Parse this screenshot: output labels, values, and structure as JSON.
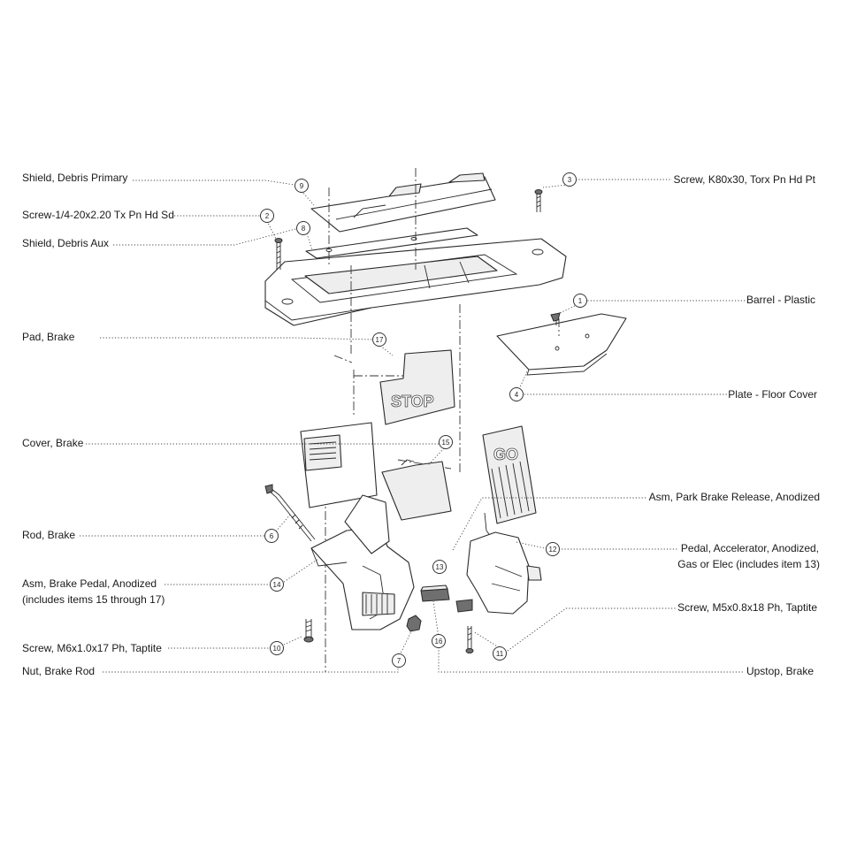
{
  "callouts": [
    {
      "num": "9",
      "label": "Shield, Debris Primary"
    },
    {
      "num": "2",
      "label": "Screw-1/4-20x2.20 Tx Pn Hd Sd"
    },
    {
      "num": "8",
      "label": "Shield, Debris Aux"
    },
    {
      "num": "17",
      "label": "Pad, Brake"
    },
    {
      "num": "15",
      "label": "Cover, Brake"
    },
    {
      "num": "6",
      "label": "Rod, Brake"
    },
    {
      "num": "14",
      "label": "Asm, Brake Pedal, Anodized",
      "label2": "(includes items 15 through 17)"
    },
    {
      "num": "10",
      "label": "Screw, M6x1.0x17 Ph, Taptite"
    },
    {
      "num": "7",
      "label": "Nut, Brake Rod"
    },
    {
      "num": "3",
      "label": "Screw, K80x30, Torx Pn Hd Pt"
    },
    {
      "num": "1",
      "label": "Barrel - Plastic"
    },
    {
      "num": "4",
      "label": "Plate - Floor Cover"
    },
    {
      "num": "13",
      "label": "Asm, Park Brake Release, Anodized"
    },
    {
      "num": "12",
      "label": "Pedal, Accelerator, Anodized,",
      "label2": "Gas or Elec (includes item 13)"
    },
    {
      "num": "11",
      "label": "Screw, M5x0.8x18 Ph, Taptite"
    },
    {
      "num": "16",
      "label": "Upstop, Brake"
    }
  ],
  "stamps": {
    "brake_pad": "STOP",
    "accelerator_pad": "GO"
  }
}
